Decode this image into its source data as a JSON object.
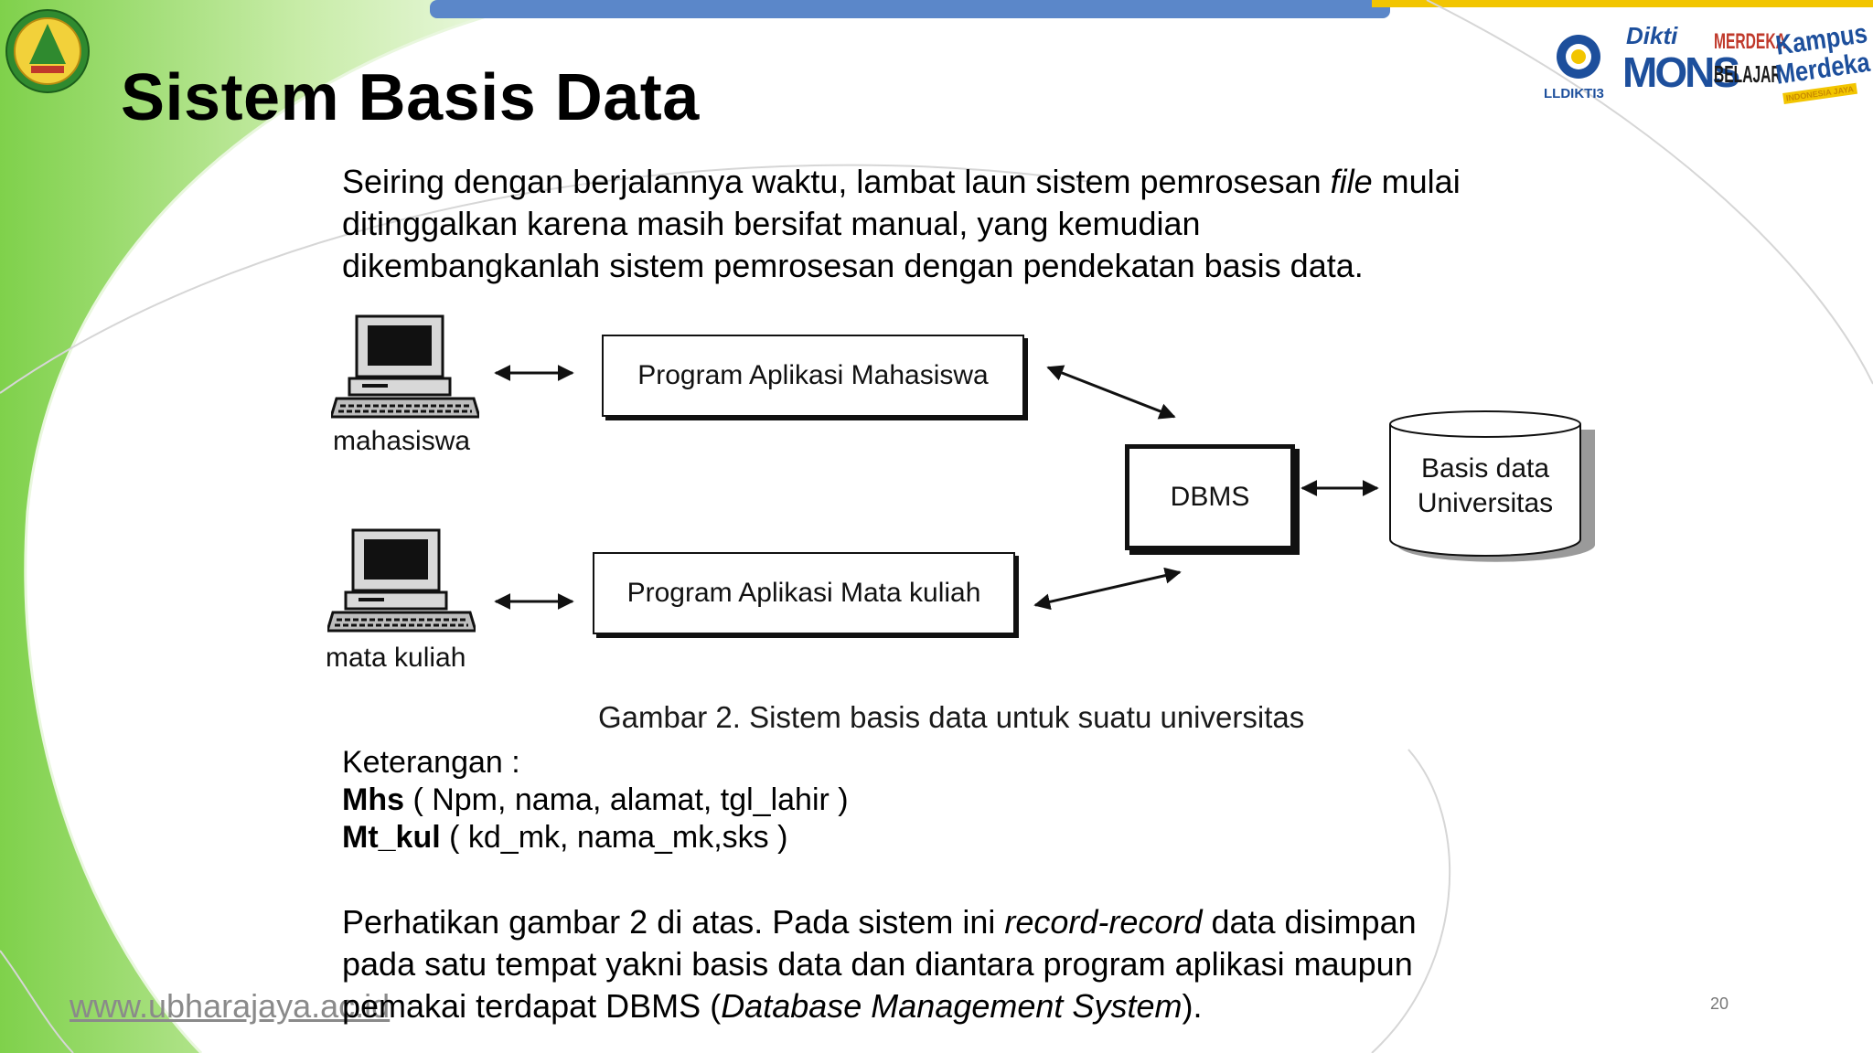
{
  "slide": {
    "title": "Sistem Basis Data",
    "intro": {
      "line1_a": "Seiring dengan berjalannya waktu, lambat laun sistem pemrosesan ",
      "line1_em": "file",
      "line1_b": " mulai",
      "line2": "ditinggalkan karena masih bersifat manual, yang kemudian",
      "line3": "dikembangkanlah sistem pemrosesan dengan pendekatan basis data."
    },
    "diagram": {
      "user1_label": "mahasiswa",
      "user2_label": "mata kuliah",
      "app1_label": "Program Aplikasi Mahasiswa",
      "app2_label": "Program Aplikasi Mata kuliah",
      "dbms_label": "DBMS",
      "db_line1": "Basis data",
      "db_line2": "Universitas",
      "caption": "Gambar 2. Sistem basis data untuk suatu universitas"
    },
    "legend": {
      "heading": "Keterangan :",
      "row1_key": "Mhs",
      "row1_val": " ( Npm, nama, alamat, tgl_lahir )",
      "row2_key": "Mt_kul",
      "row2_val": " ( kd_mk, nama_mk,sks )"
    },
    "closing": {
      "line1_a": "Perhatikan gambar 2 di atas. Pada sistem ini ",
      "line1_em": "record-record",
      "line1_b": " data disimpan",
      "line2": "pada satu tempat yakni basis data dan diantara program aplikasi maupun",
      "line3_a": "pemakai terdapat DBMS (",
      "line3_em": "Database Management System",
      "line3_b": ")."
    },
    "footer_url": "www.ubharajaya.ac.id",
    "page_number": "20"
  },
  "logos": {
    "lldikti": "LLDIKTI3",
    "dikti_top": "Dikti",
    "dikti_main": "MONS",
    "merdeka1": "MERDEKA",
    "merdeka2": "BELAJAR",
    "kampus1": "Kampus",
    "kampus2": "Merdeka",
    "kampus3": "INDONESIA JAYA"
  },
  "colors": {
    "green_bg": "#7cd04a",
    "top_bar_blue": "#5b87c9",
    "top_bar_yellow": "#f2c500",
    "text": "#000000"
  }
}
